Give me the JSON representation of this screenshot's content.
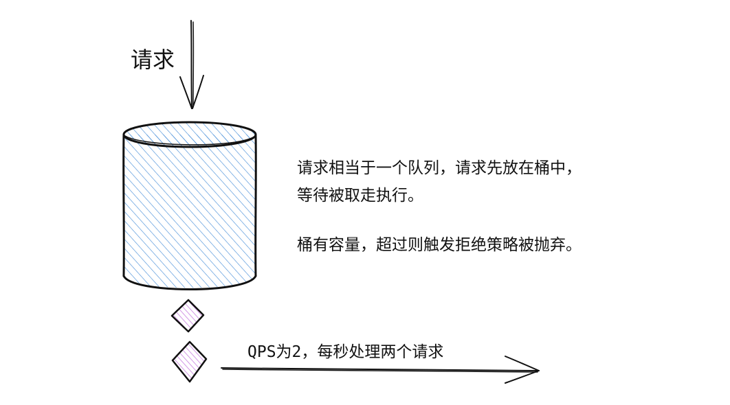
{
  "labels": {
    "request": "请求",
    "description_line1": "请求相当于一个队列，请求先放在桶中，",
    "description_line2": "等待被取走执行。",
    "description_line3": "桶有容量，超过则触发拒绝策略被抛弃。",
    "qps_label": "QPS为2，每秒处理两个请求"
  },
  "colors": {
    "bucket_hatch": "#4a90d9",
    "bucket_outline": "#111111",
    "drop_fill": "#c77ee0",
    "text": "#111111"
  }
}
